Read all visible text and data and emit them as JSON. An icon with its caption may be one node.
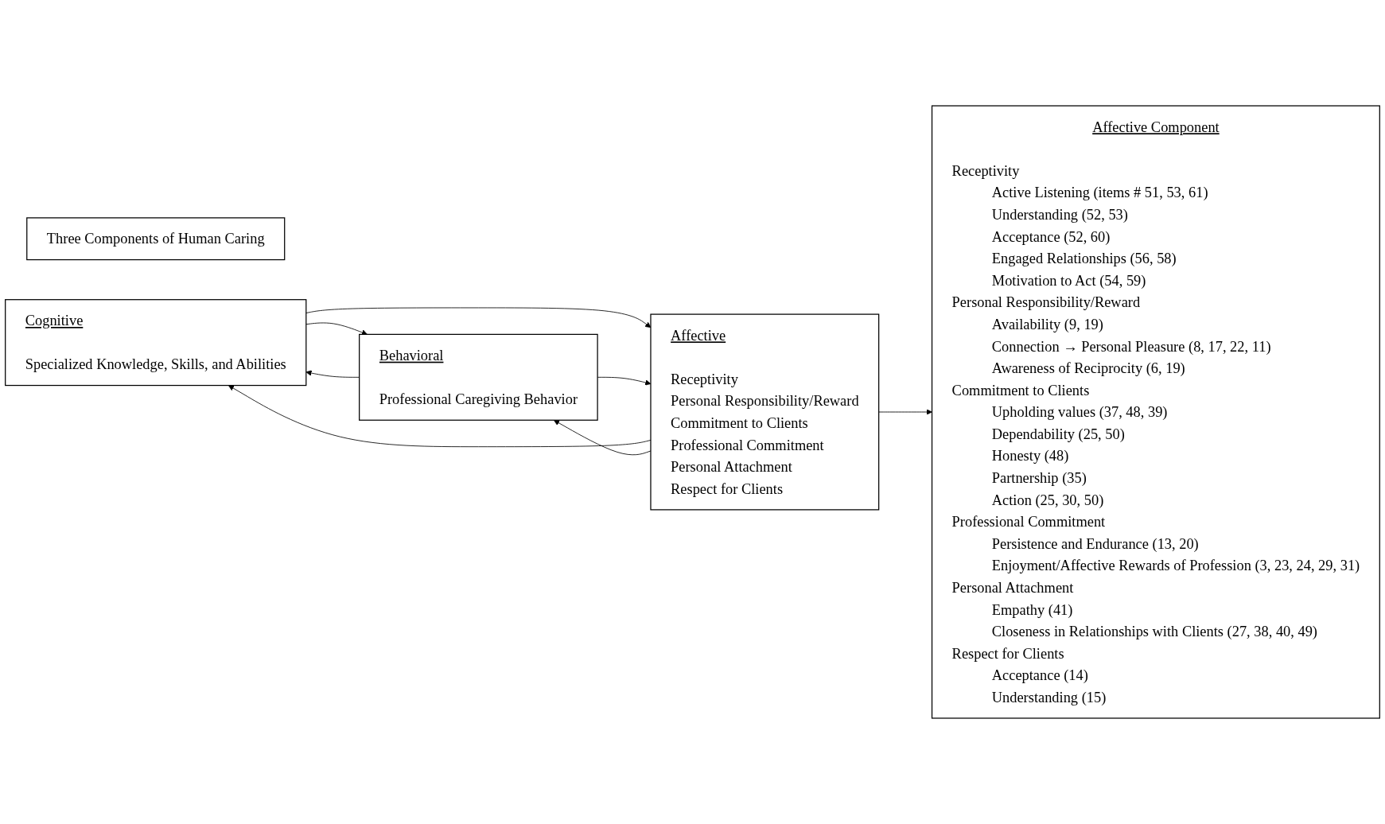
{
  "diagram": {
    "nodes": [
      {
        "text": [
          "Three Components of Human Caring"
        ]
      },
      {
        "text": [
          "Cognitive",
          "Specialized Knowledge, Skills, and Abilities"
        ]
      },
      {
        "text": [
          "Behavioral",
          "Professional Caregiving Behavior"
        ]
      },
      {
        "text": [
          "Affective",
          "Receptivity",
          "Personal Responsibility/Reward",
          "Commitment to Clients",
          "Professional Commitment",
          "Personal Attachment",
          "Respect for Clients"
        ]
      },
      {
        "text": [
          "Affective Component",
          "Receptivity",
          "Active Listening (items # 51, 53, 61)",
          "Understanding (52, 53)",
          "Acceptance (52, 60)",
          "Engaged Relationships (56, 58)",
          "Motivation to Act (54, 59)",
          "Personal Responsibility/Reward",
          "Availability (9, 19)",
          "Connection → Personal Pleasure (8, 17, 22, 11)",
          "Awareness of Reciprocity (6, 19)",
          "Commitment to Clients",
          "Upholding values (37, 48, 39)",
          "Dependability (25, 50)",
          "Honesty (48)",
          "Partnership (35)",
          "Action (25, 30, 50)",
          "Professional Commitment",
          "Persistence and Endurance (13, 20)",
          "Enjoyment/Affective Rewards of Profession (3, 23, 24, 29, 31)",
          "Personal Attachment",
          "Empathy (41)",
          "Closeness in Relationships with Clients (27, 38, 40, 49)",
          "Respect for Clients",
          "Acceptance (14)",
          "Understanding (15)"
        ]
      }
    ],
    "edges": [
      {
        "from": 1,
        "to": 2,
        "arrow": "to"
      },
      {
        "from": 2,
        "to": 1,
        "arrow": "to"
      },
      {
        "from": 1,
        "to": 3,
        "arrow": "to"
      },
      {
        "from": 3,
        "to": 1,
        "arrow": "to"
      },
      {
        "from": 3,
        "to": 2,
        "arrow": "to"
      },
      {
        "from": 2,
        "to": 3,
        "arrow": "to"
      },
      {
        "from": 3,
        "to": 4,
        "arrow": "to"
      }
    ]
  }
}
